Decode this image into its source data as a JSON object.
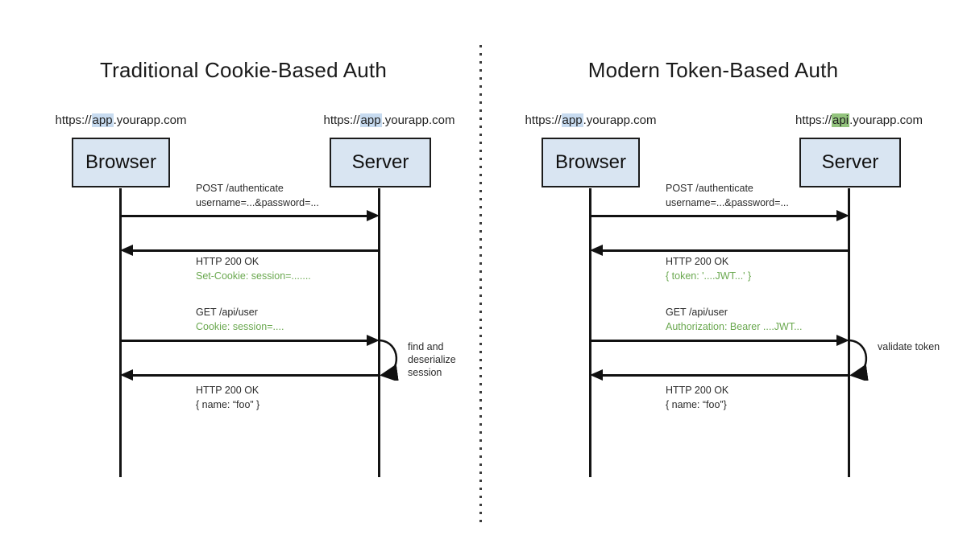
{
  "colors": {
    "box_fill": "#d9e5f2",
    "box_border": "#1c1c1c",
    "highlight_blue": "#c7dbf0",
    "highlight_green": "#93c47d",
    "green_text": "#6aa84f",
    "line": "#141414",
    "text": "#2b2b2b"
  },
  "panels": [
    {
      "title": "Traditional Cookie-Based Auth",
      "browser": {
        "label": "Browser",
        "url_prefix": "https://",
        "url_highlight": "app",
        "url_suffix": ".yourapp.com"
      },
      "server": {
        "label": "Server",
        "url_prefix": "https://",
        "url_highlight": "app",
        "url_suffix": ".yourapp.com"
      },
      "messages": [
        {
          "direction": "right",
          "line1": "POST /authenticate",
          "line2": "username=...&password=..."
        },
        {
          "direction": "left",
          "line1": "HTTP 200 OK",
          "line2": "Set-Cookie: session=......."
        },
        {
          "direction": "right",
          "line1": "GET /api/user",
          "line2": "Cookie: session=...."
        },
        {
          "direction": "left",
          "line1": "HTTP 200 OK",
          "line2": "{ name: “foo” }"
        }
      ],
      "self_loop": {
        "line1": "find and",
        "line2": "deserialize",
        "line3": "session"
      }
    },
    {
      "title": "Modern Token-Based Auth",
      "browser": {
        "label": "Browser",
        "url_prefix": "https://",
        "url_highlight": "app",
        "url_suffix": ".yourapp.com"
      },
      "server": {
        "label": "Server",
        "url_prefix": "https://",
        "url_highlight": "api",
        "url_suffix": ".yourapp.com"
      },
      "messages": [
        {
          "direction": "right",
          "line1": "POST /authenticate",
          "line2": "username=...&password=..."
        },
        {
          "direction": "left",
          "line1": "HTTP 200 OK",
          "line2": "{ token: '....JWT...' }"
        },
        {
          "direction": "right",
          "line1": "GET /api/user",
          "line2": "Authorization: Bearer ....JWT..."
        },
        {
          "direction": "left",
          "line1": "HTTP 200 OK",
          "line2": "{ name: “foo”}"
        }
      ],
      "self_loop": {
        "line1": "validate token",
        "line2": "",
        "line3": ""
      }
    }
  ]
}
